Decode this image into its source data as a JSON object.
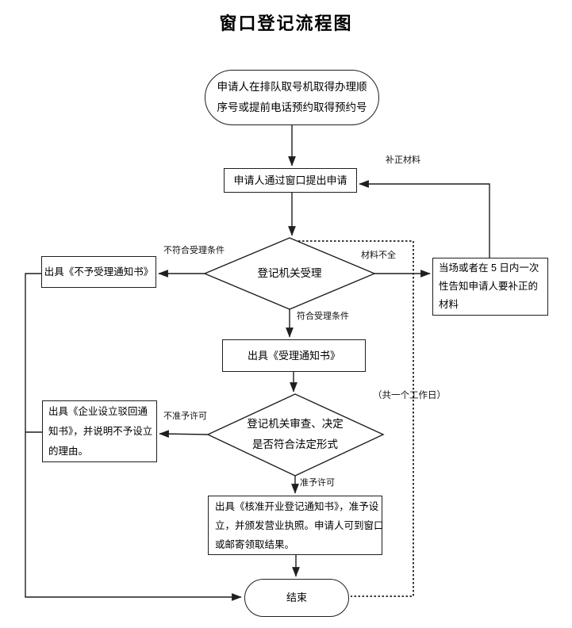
{
  "title": "窗口登记流程图",
  "colors": {
    "line": "#1f1f1f",
    "text": "#000000",
    "background": "#ffffff"
  },
  "nodes": {
    "start": {
      "type": "terminator",
      "text": "申请人在排队取号机取得办理顺\n序号或提前电话预约取得预约号"
    },
    "apply": {
      "type": "process",
      "text": "申请人通过窗口提出申请"
    },
    "accept_check": {
      "type": "decision",
      "text": "登记机关受理"
    },
    "reject_notice": {
      "type": "process",
      "text": "出具《不予受理通知书》"
    },
    "supplement": {
      "type": "process",
      "text": "当场或者在 5 日内一次\n性告知申请人要补正的\n材料"
    },
    "accept_notice": {
      "type": "process",
      "text": "出具《受理通知书》"
    },
    "review_check": {
      "type": "decision",
      "text": "登记机关审查、决定\n是否符合法定形式"
    },
    "reject_setup": {
      "type": "process",
      "text": "出具《企业设立驳回通\n知书》，并说明不予设立\n的理由。"
    },
    "approve": {
      "type": "process",
      "text": "出具《核准开业登记通知书》，准予设\n立，并颁发营业执照。申请人可到窗口\n或邮寄领取结果。"
    },
    "end": {
      "type": "terminator",
      "text": "结束"
    }
  },
  "edge_labels": {
    "supplement_materials": "补正材料",
    "not_qualified": "不符合受理条件",
    "materials_incomplete": "材料不全",
    "qualified": "符合受理条件",
    "not_approved": "不准予许可",
    "approved": "准予许可",
    "duration_note": "（共一个工作日）"
  }
}
